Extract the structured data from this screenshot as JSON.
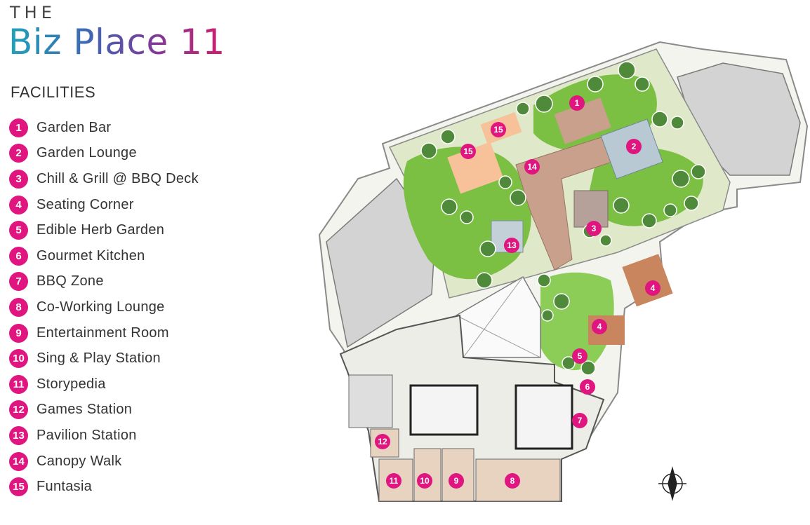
{
  "header": {
    "prefix": "THE",
    "title": "Biz Place 11"
  },
  "facilities_heading": "FACILITIES",
  "facilities": [
    {
      "num": "1",
      "label": "Garden Bar"
    },
    {
      "num": "2",
      "label": "Garden Lounge"
    },
    {
      "num": "3",
      "label": "Chill & Grill @ BBQ Deck"
    },
    {
      "num": "4",
      "label": "Seating Corner"
    },
    {
      "num": "5",
      "label": "Edible Herb Garden"
    },
    {
      "num": "6",
      "label": "Gourmet Kitchen"
    },
    {
      "num": "7",
      "label": "BBQ Zone"
    },
    {
      "num": "8",
      "label": "Co-Working Lounge"
    },
    {
      "num": "9",
      "label": "Entertainment Room"
    },
    {
      "num": "10",
      "label": "Sing & Play Station"
    },
    {
      "num": "11",
      "label": "Storypedia"
    },
    {
      "num": "12",
      "label": "Games Station"
    },
    {
      "num": "13",
      "label": "Pavilion Station"
    },
    {
      "num": "14",
      "label": "Canopy Walk"
    },
    {
      "num": "15",
      "label": "Funtasia"
    }
  ],
  "map_markers": [
    "1",
    "2",
    "3",
    "4",
    "4",
    "5",
    "6",
    "7",
    "8",
    "9",
    "10",
    "11",
    "12",
    "13",
    "14",
    "15",
    "15"
  ],
  "colors": {
    "accent": "#e0157f",
    "lawn": "#7cc043",
    "deck": "#c9a08b",
    "path": "#e7ecd9",
    "building": "#d3d3d3"
  },
  "icons": {
    "compass": "north-arrow-icon",
    "tree": "tree-icon"
  }
}
